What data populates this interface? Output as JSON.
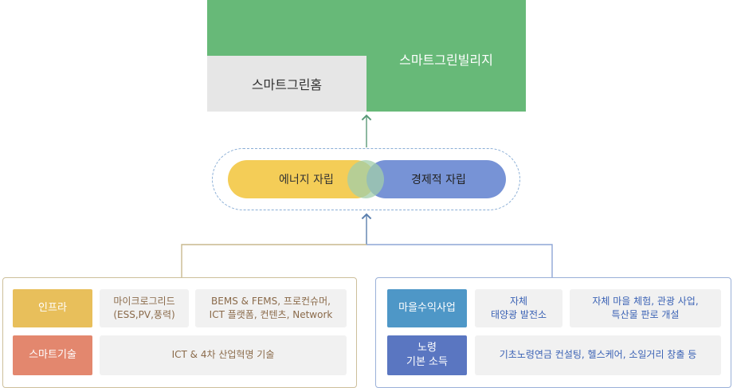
{
  "top": {
    "village_label": "스마트그린빌리지",
    "home_label": "스마트그린홈"
  },
  "center": {
    "energy_label": "에너지 자립",
    "economy_label": "경제적 자립"
  },
  "left_panel": {
    "rows": [
      {
        "tag": "인프라",
        "cells": [
          "마이크로그리드\n(ESS,PV,풍력)",
          "BEMS & FEMS, 프로컨슈머,\nICT 플랫폼, 컨텐츠, Network"
        ]
      },
      {
        "tag": "스마트기술",
        "cells": [
          "ICT & 4차 산업혁명 기술"
        ]
      }
    ]
  },
  "right_panel": {
    "rows": [
      {
        "tag": "마을수익사업",
        "cells": [
          "자체\n태양광 발전소",
          "자체 마을 체험, 관광 사업,\n특산물 판로 개설"
        ]
      },
      {
        "tag": "노령\n기본 소득",
        "cells": [
          "기초노령연금 컨설팅, 헬스케어, 소일거리 창출 등"
        ]
      }
    ]
  },
  "colors": {
    "green": "#67b978",
    "yellow": "#f4cd57",
    "blue": "#7793d6",
    "tag_gold": "#e8bf5b",
    "tag_orange": "#e3876e",
    "tag_teal": "#4e97c7",
    "tag_indigo": "#5a76c1"
  }
}
